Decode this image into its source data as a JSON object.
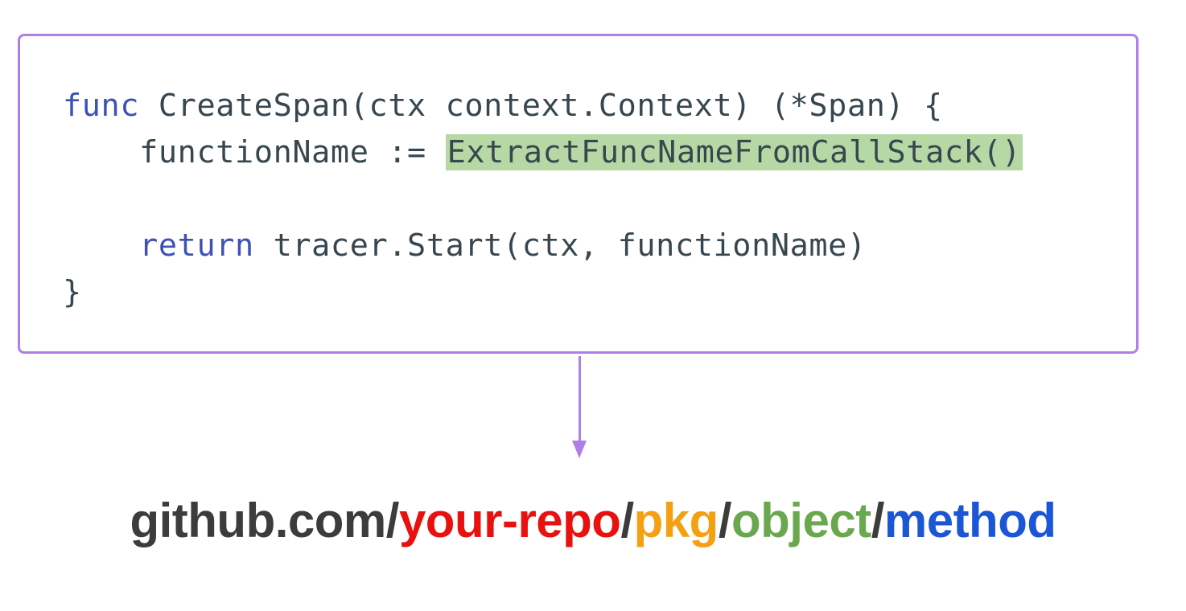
{
  "code": {
    "line1": {
      "keyword": "func",
      "rest": " CreateSpan(ctx context.Context) (*Span) {"
    },
    "line2": {
      "indent": "    ",
      "prefix": "functionName := ",
      "highlighted_call": "ExtractFuncNameFromCallStack()"
    },
    "line3": "",
    "line4": {
      "indent": "    ",
      "keyword": "return",
      "rest": " tracer.Start(ctx, functionName)"
    },
    "line5": "}"
  },
  "result_path": {
    "segments": [
      {
        "text": "github.com/",
        "color": "#3c3c3c"
      },
      {
        "text": "your-repo",
        "color": "#e8110f"
      },
      {
        "text": "/",
        "color": "#3c3c3c"
      },
      {
        "text": "pkg",
        "color": "#f5a012"
      },
      {
        "text": "/",
        "color": "#3c3c3c"
      },
      {
        "text": "object",
        "color": "#6aa84f"
      },
      {
        "text": "/",
        "color": "#3c3c3c"
      },
      {
        "text": "method",
        "color": "#1a56d6"
      }
    ]
  },
  "colors": {
    "border": "#b07ee8",
    "keyword": "#3f51b5",
    "code_text": "#37474f",
    "highlight_bg": "#b5d8a5"
  }
}
